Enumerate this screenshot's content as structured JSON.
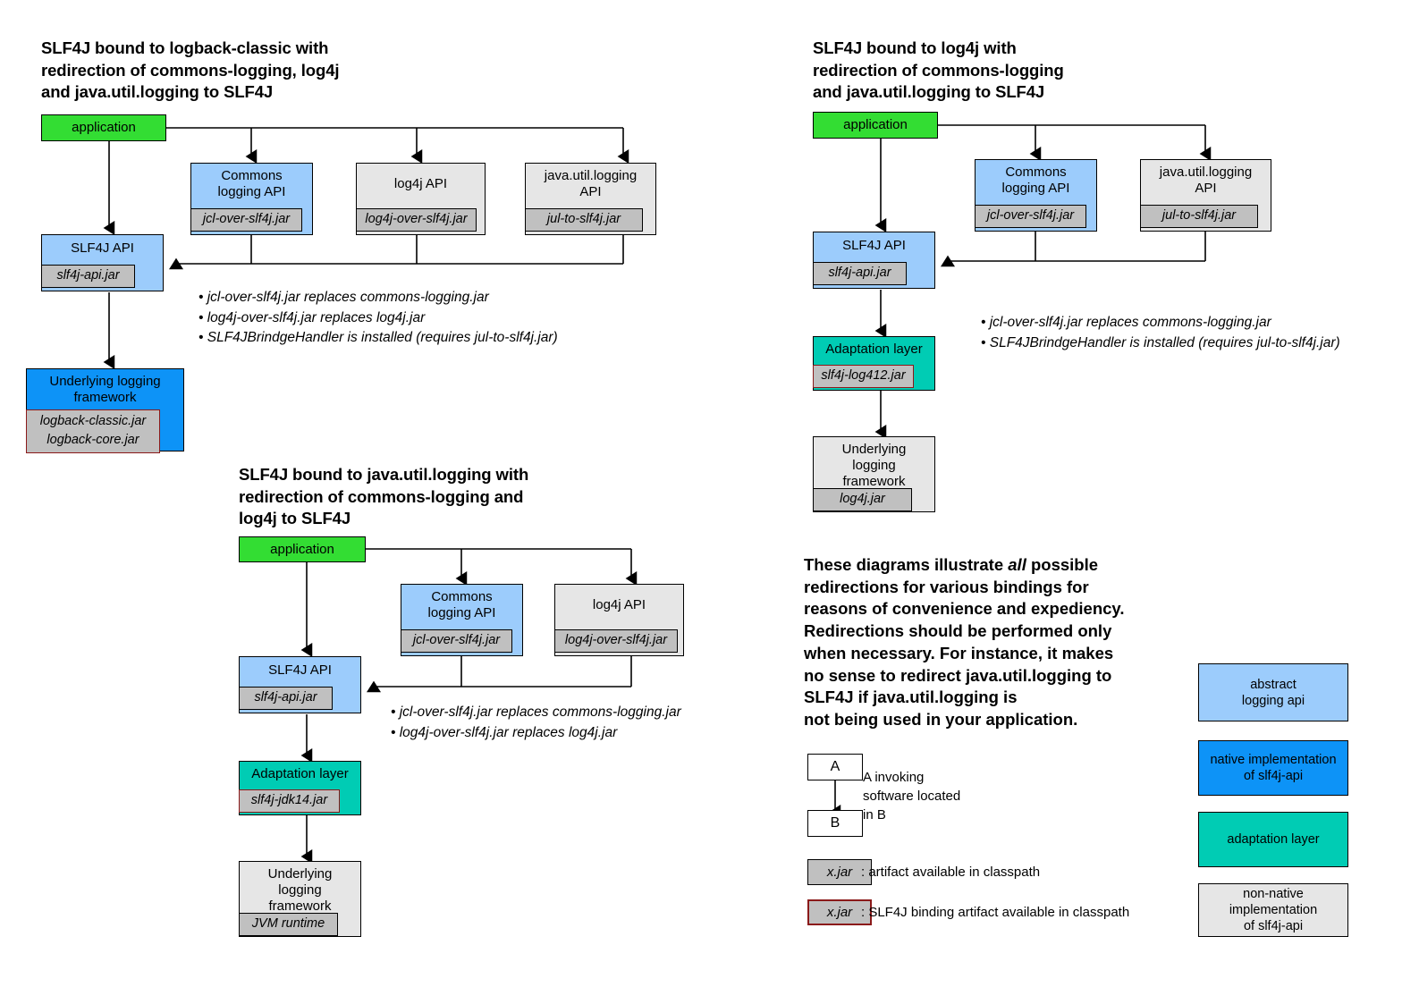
{
  "colors": {
    "application": "#33dd33",
    "abstract_api": "#9cccfc",
    "native_impl": "#0d93f7",
    "adaptation": "#00ccb4",
    "non_native": "#e6e6e6",
    "jar": "#c0c0c0",
    "binding_border": "#8b1a1a"
  },
  "diagram1": {
    "heading": "SLF4J bound to logback-classic with\nredirection of commons-logging, log4j\nand java.util.logging to SLF4J",
    "application": "application",
    "commons_api": "Commons\nlogging API",
    "commons_jar": "jcl-over-slf4j.jar",
    "log4j_api": "log4j API",
    "log4j_jar": "log4j-over-slf4j.jar",
    "jul_api": "java.util.logging\nAPI",
    "jul_jar": "jul-to-slf4j.jar",
    "slf4j_api": "SLF4J API",
    "slf4j_jar": "slf4j-api.jar",
    "underlying": "Underlying logging\nframework",
    "underlying_jar": "logback-classic.jar\nlogback-core.jar",
    "notes": [
      "• jcl-over-slf4j.jar replaces commons-logging.jar",
      "• log4j-over-slf4j.jar replaces log4j.jar",
      "• SLF4JBrindgeHandler is installed (requires jul-to-slf4j.jar)"
    ]
  },
  "diagram2": {
    "heading": "SLF4J bound to log4j with\nredirection of commons-logging\nand java.util.logging to SLF4J",
    "application": "application",
    "commons_api": "Commons\nlogging API",
    "commons_jar": "jcl-over-slf4j.jar",
    "jul_api": "java.util.logging\nAPI",
    "jul_jar": "jul-to-slf4j.jar",
    "slf4j_api": "SLF4J API",
    "slf4j_jar": "slf4j-api.jar",
    "adaptation": "Adaptation layer",
    "adaptation_jar": "slf4j-log412.jar",
    "underlying": "Underlying\nlogging\nframework",
    "underlying_jar": "log4j.jar",
    "notes": [
      "• jcl-over-slf4j.jar replaces commons-logging.jar",
      "• SLF4JBrindgeHandler is installed (requires jul-to-slf4j.jar)"
    ]
  },
  "diagram3": {
    "heading": "SLF4J bound to java.util.logging with\nredirection of commons-logging and\nlog4j to SLF4J",
    "application": "application",
    "commons_api": "Commons\nlogging API",
    "commons_jar": "jcl-over-slf4j.jar",
    "log4j_api": "log4j API",
    "log4j_jar": "log4j-over-slf4j.jar",
    "slf4j_api": "SLF4J API",
    "slf4j_jar": "slf4j-api.jar",
    "adaptation": "Adaptation layer",
    "adaptation_jar": "slf4j-jdk14.jar",
    "underlying": "Underlying\nlogging\nframework",
    "underlying_jar": "JVM runtime",
    "notes": [
      "• jcl-over-slf4j.jar replaces commons-logging.jar",
      "• log4j-over-slf4j.jar replaces log4j.jar"
    ]
  },
  "paragraph": {
    "line1": "These diagrams illustrate ",
    "emphasis": "all",
    "line2": " possible\nredirections for various bindings for\nreasons of convenience and expediency.\nRedirections should be performed only\nwhen necessary. For instance, it makes\nno sense to redirect java.util.logging to\nSLF4J if java.util.logging is\nnot being used in your application."
  },
  "legend": {
    "node_a": "A",
    "node_b": "B",
    "invoking_text": "A invoking\nsoftware located\nin B",
    "artifact_jar": "x.jar",
    "artifact_text": ": artifact available in classpath",
    "binding_jar": "x.jar",
    "binding_text": ": SLF4J binding artifact available in classpath",
    "swatches": [
      {
        "label": "abstract\nlogging api",
        "color_key": "abstract_api"
      },
      {
        "label": "native implementation\nof slf4j-api",
        "color_key": "native_impl"
      },
      {
        "label": "adaptation layer",
        "color_key": "adaptation"
      },
      {
        "label": "non-native implementation\nof slf4j-api",
        "color_key": "non_native"
      }
    ]
  }
}
